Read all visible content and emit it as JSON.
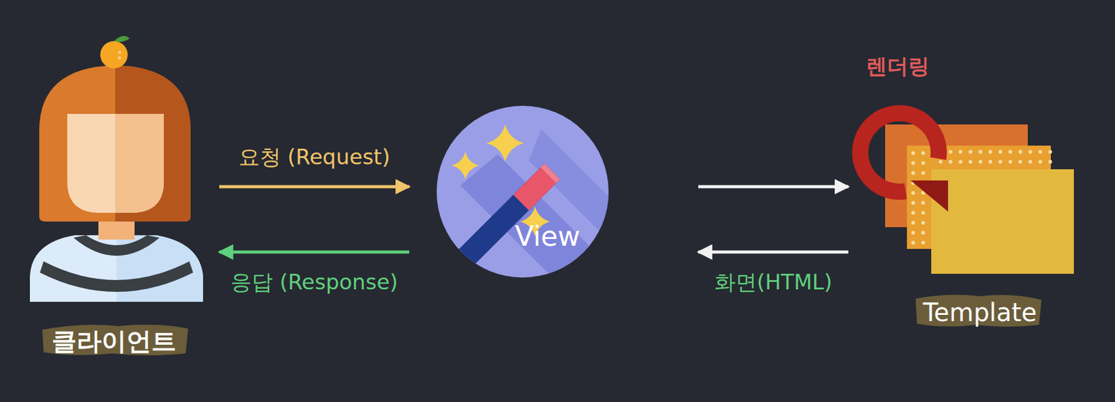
{
  "diagram": {
    "nodes": [
      {
        "text": [
          "클라이언트"
        ]
      },
      {
        "text": [
          "View"
        ]
      },
      {
        "text": [
          "Template"
        ]
      }
    ],
    "edges": [
      {
        "from": 0,
        "to": 1,
        "arrow": "to",
        "label": "요청 (Request)"
      },
      {
        "from": 1,
        "to": 0,
        "arrow": "to",
        "label": "응답 (Response)"
      },
      {
        "from": 1,
        "to": 2,
        "arrow": "to"
      },
      {
        "from": 2,
        "to": 1,
        "arrow": "to",
        "label": "화면(HTML)"
      }
    ],
    "labels": [
      "렌더링"
    ]
  }
}
